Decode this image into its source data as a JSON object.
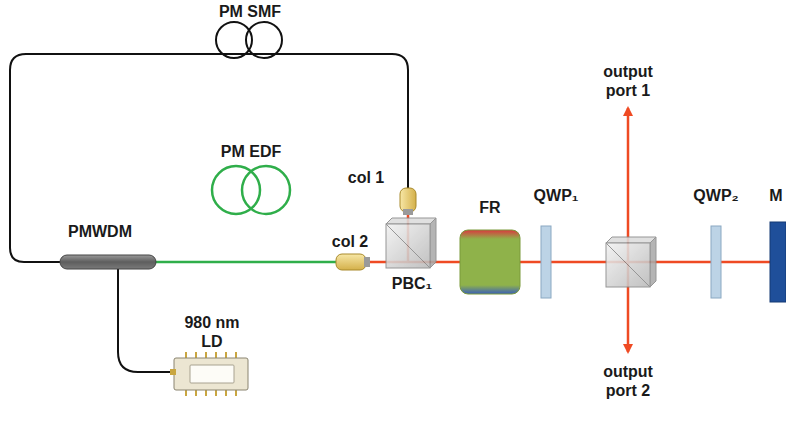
{
  "diagram": {
    "labels": [
      "PM SMF",
      "PM EDF",
      "PMWDM",
      "980 nm LD",
      "col 1",
      "col 2",
      "PBC₁",
      "FR",
      "QWP₁",
      "output port 1",
      "output port 2",
      "QWP₂",
      "M"
    ]
  }
}
